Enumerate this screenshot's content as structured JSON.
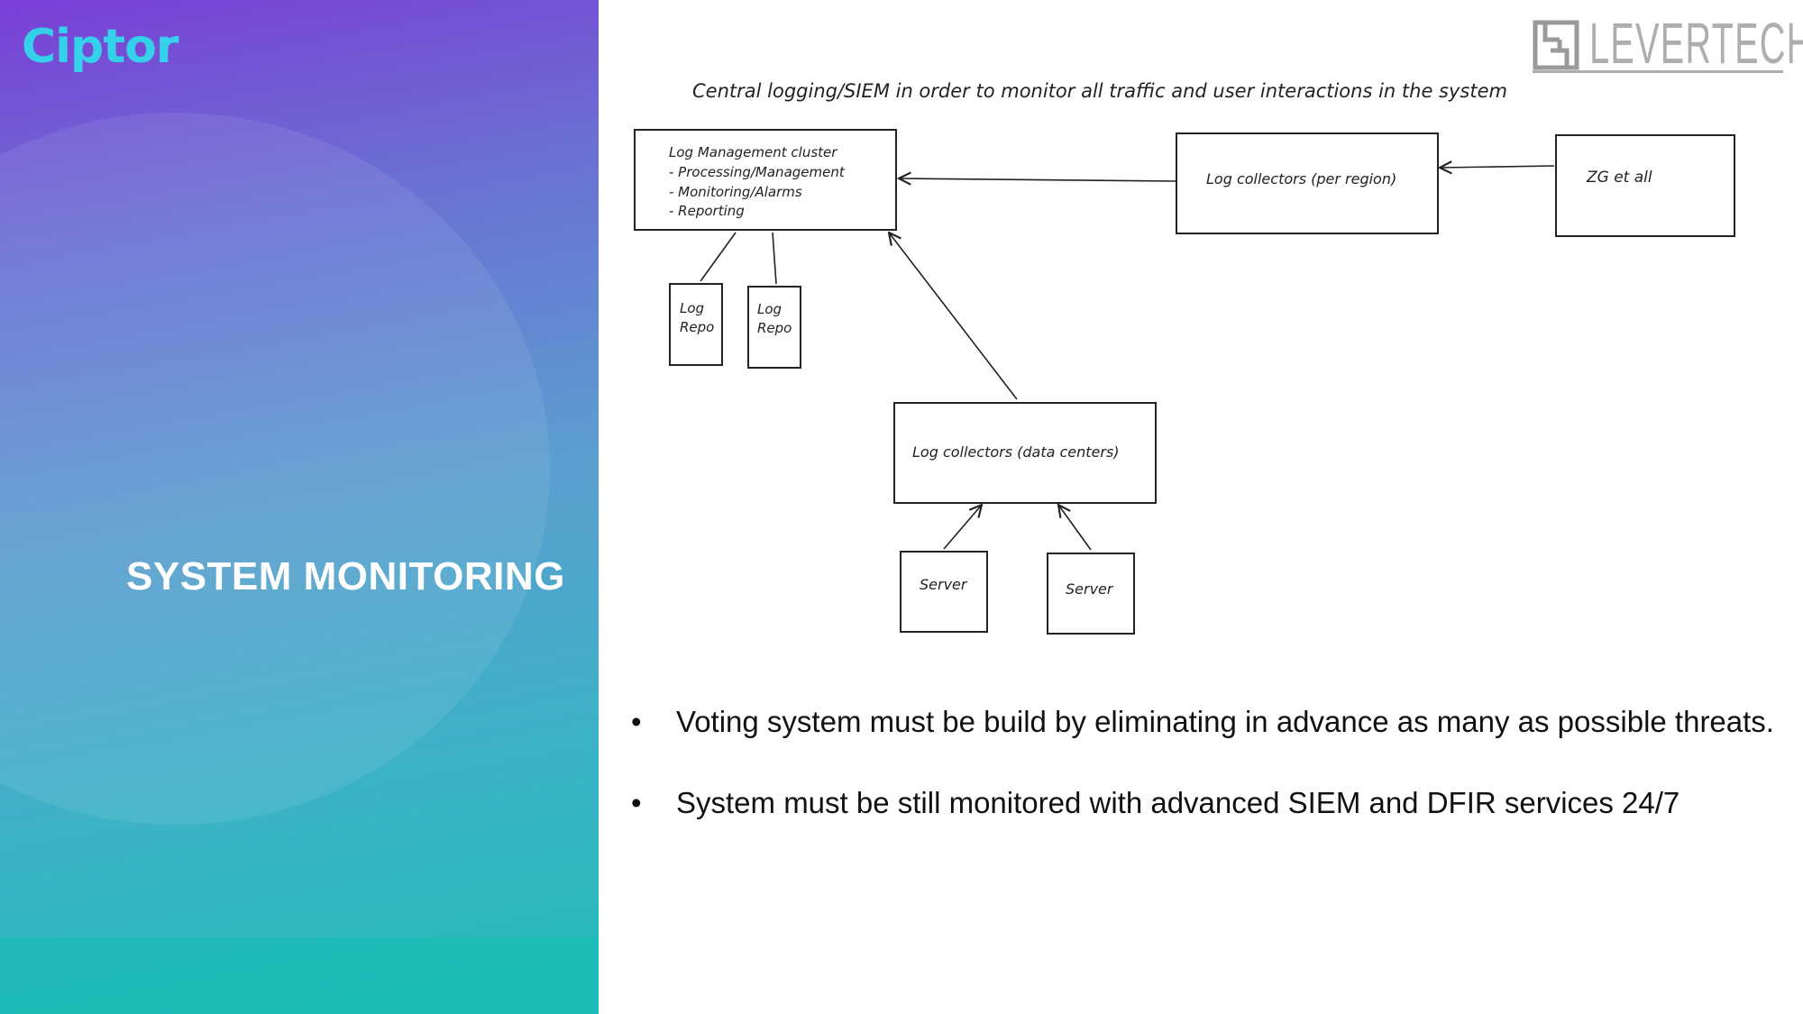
{
  "brand": {
    "name": "Ciptor"
  },
  "partner_logo": {
    "name": "LEVERTECH"
  },
  "slide": {
    "title": "SYSTEM MONITORING"
  },
  "diagram": {
    "title": "Central logging/SIEM in order to monitor all traffic and user interactions in the system",
    "nodes": {
      "cluster": {
        "label": "Log Management cluster",
        "items": [
          "- Processing/Management",
          "- Monitoring/Alarms",
          "- Reporting"
        ]
      },
      "collectors_region": {
        "label": "Log collectors (per region)"
      },
      "zg": {
        "label": "ZG et all"
      },
      "log_repo_1": {
        "line1": "Log",
        "line2": "Repo"
      },
      "log_repo_2": {
        "line1": "Log",
        "line2": "Repo"
      },
      "collectors_dc": {
        "label": "Log collectors (data centers)"
      },
      "server_1": {
        "label": "Server"
      },
      "server_2": {
        "label": "Server"
      }
    }
  },
  "bullets": [
    {
      "mark": "•",
      "text": "Voting system must be build by eliminating in advance as many as possible threats."
    },
    {
      "mark": "•",
      "text": "System must be still monitored with advanced SIEM and DFIR services 24/7"
    }
  ],
  "colors": {
    "brand": "#35d1ea",
    "panel_top": "#7a3fd6",
    "panel_bottom": "#22bcb5",
    "partner_logo": "#aeaeae"
  }
}
